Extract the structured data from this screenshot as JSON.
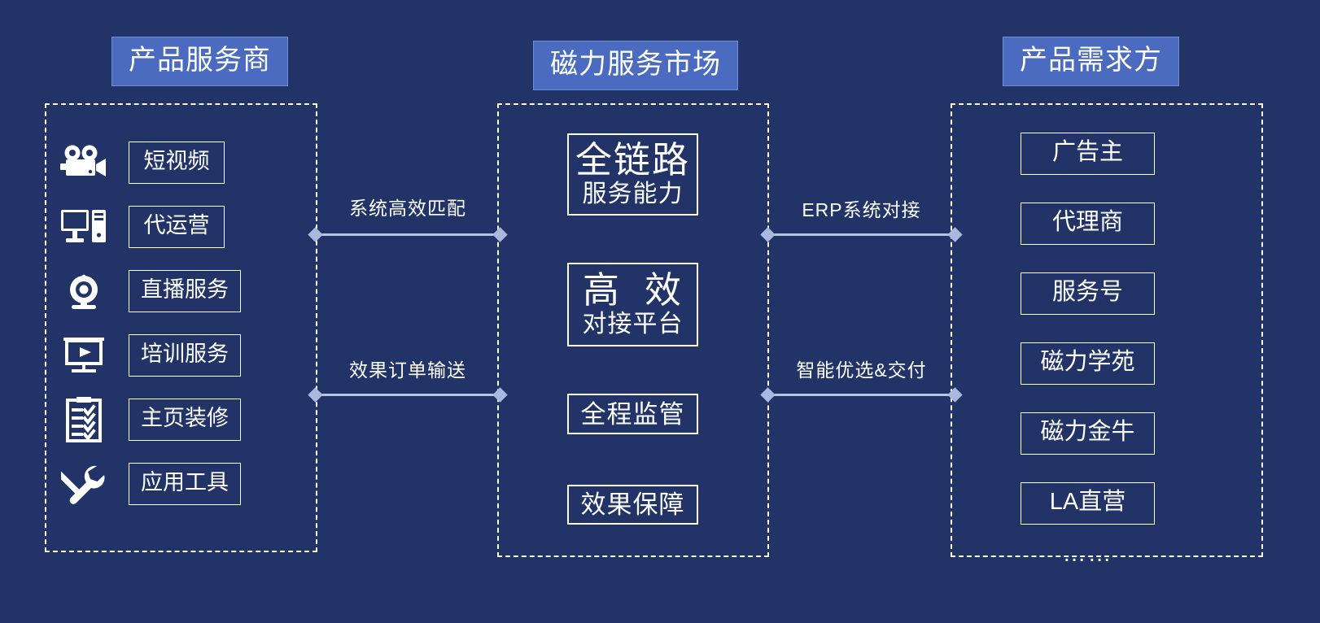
{
  "background_color": "#223368",
  "accent_color": "#4a6bbf",
  "line_color": "#b9c4e2",
  "columns": {
    "left": {
      "title": "产品服务商",
      "services": [
        {
          "icon": "movie-camera-icon",
          "label": "短视频"
        },
        {
          "icon": "desktop-computer-icon",
          "label": "代运营"
        },
        {
          "icon": "webcam-icon",
          "label": "直播服务"
        },
        {
          "icon": "presentation-play-icon",
          "label": "培训服务"
        },
        {
          "icon": "checklist-clipboard-icon",
          "label": "主页装修"
        },
        {
          "icon": "wrench-screwdriver-icon",
          "label": "应用工具"
        }
      ]
    },
    "center": {
      "title": "磁力服务市场",
      "capabilities": [
        {
          "big": "全链路",
          "sub": "服务能力"
        },
        {
          "big": "高  效",
          "sub": "对接平台"
        },
        {
          "big": "全程监管",
          "sub": ""
        },
        {
          "big": "效果保障",
          "sub": ""
        }
      ]
    },
    "right": {
      "title": "产品需求方",
      "demands": [
        {
          "label": "广告主"
        },
        {
          "label": "代理商"
        },
        {
          "label": "服务号"
        },
        {
          "label": "磁力学苑"
        },
        {
          "label": "磁力金牛"
        },
        {
          "label": "LA直营"
        }
      ],
      "ellipsis": "……"
    }
  },
  "connectors": [
    {
      "label": "系统高效匹配"
    },
    {
      "label": "效果订单输送"
    },
    {
      "label": "ERP系统对接"
    },
    {
      "label": "智能优选&交付"
    }
  ]
}
